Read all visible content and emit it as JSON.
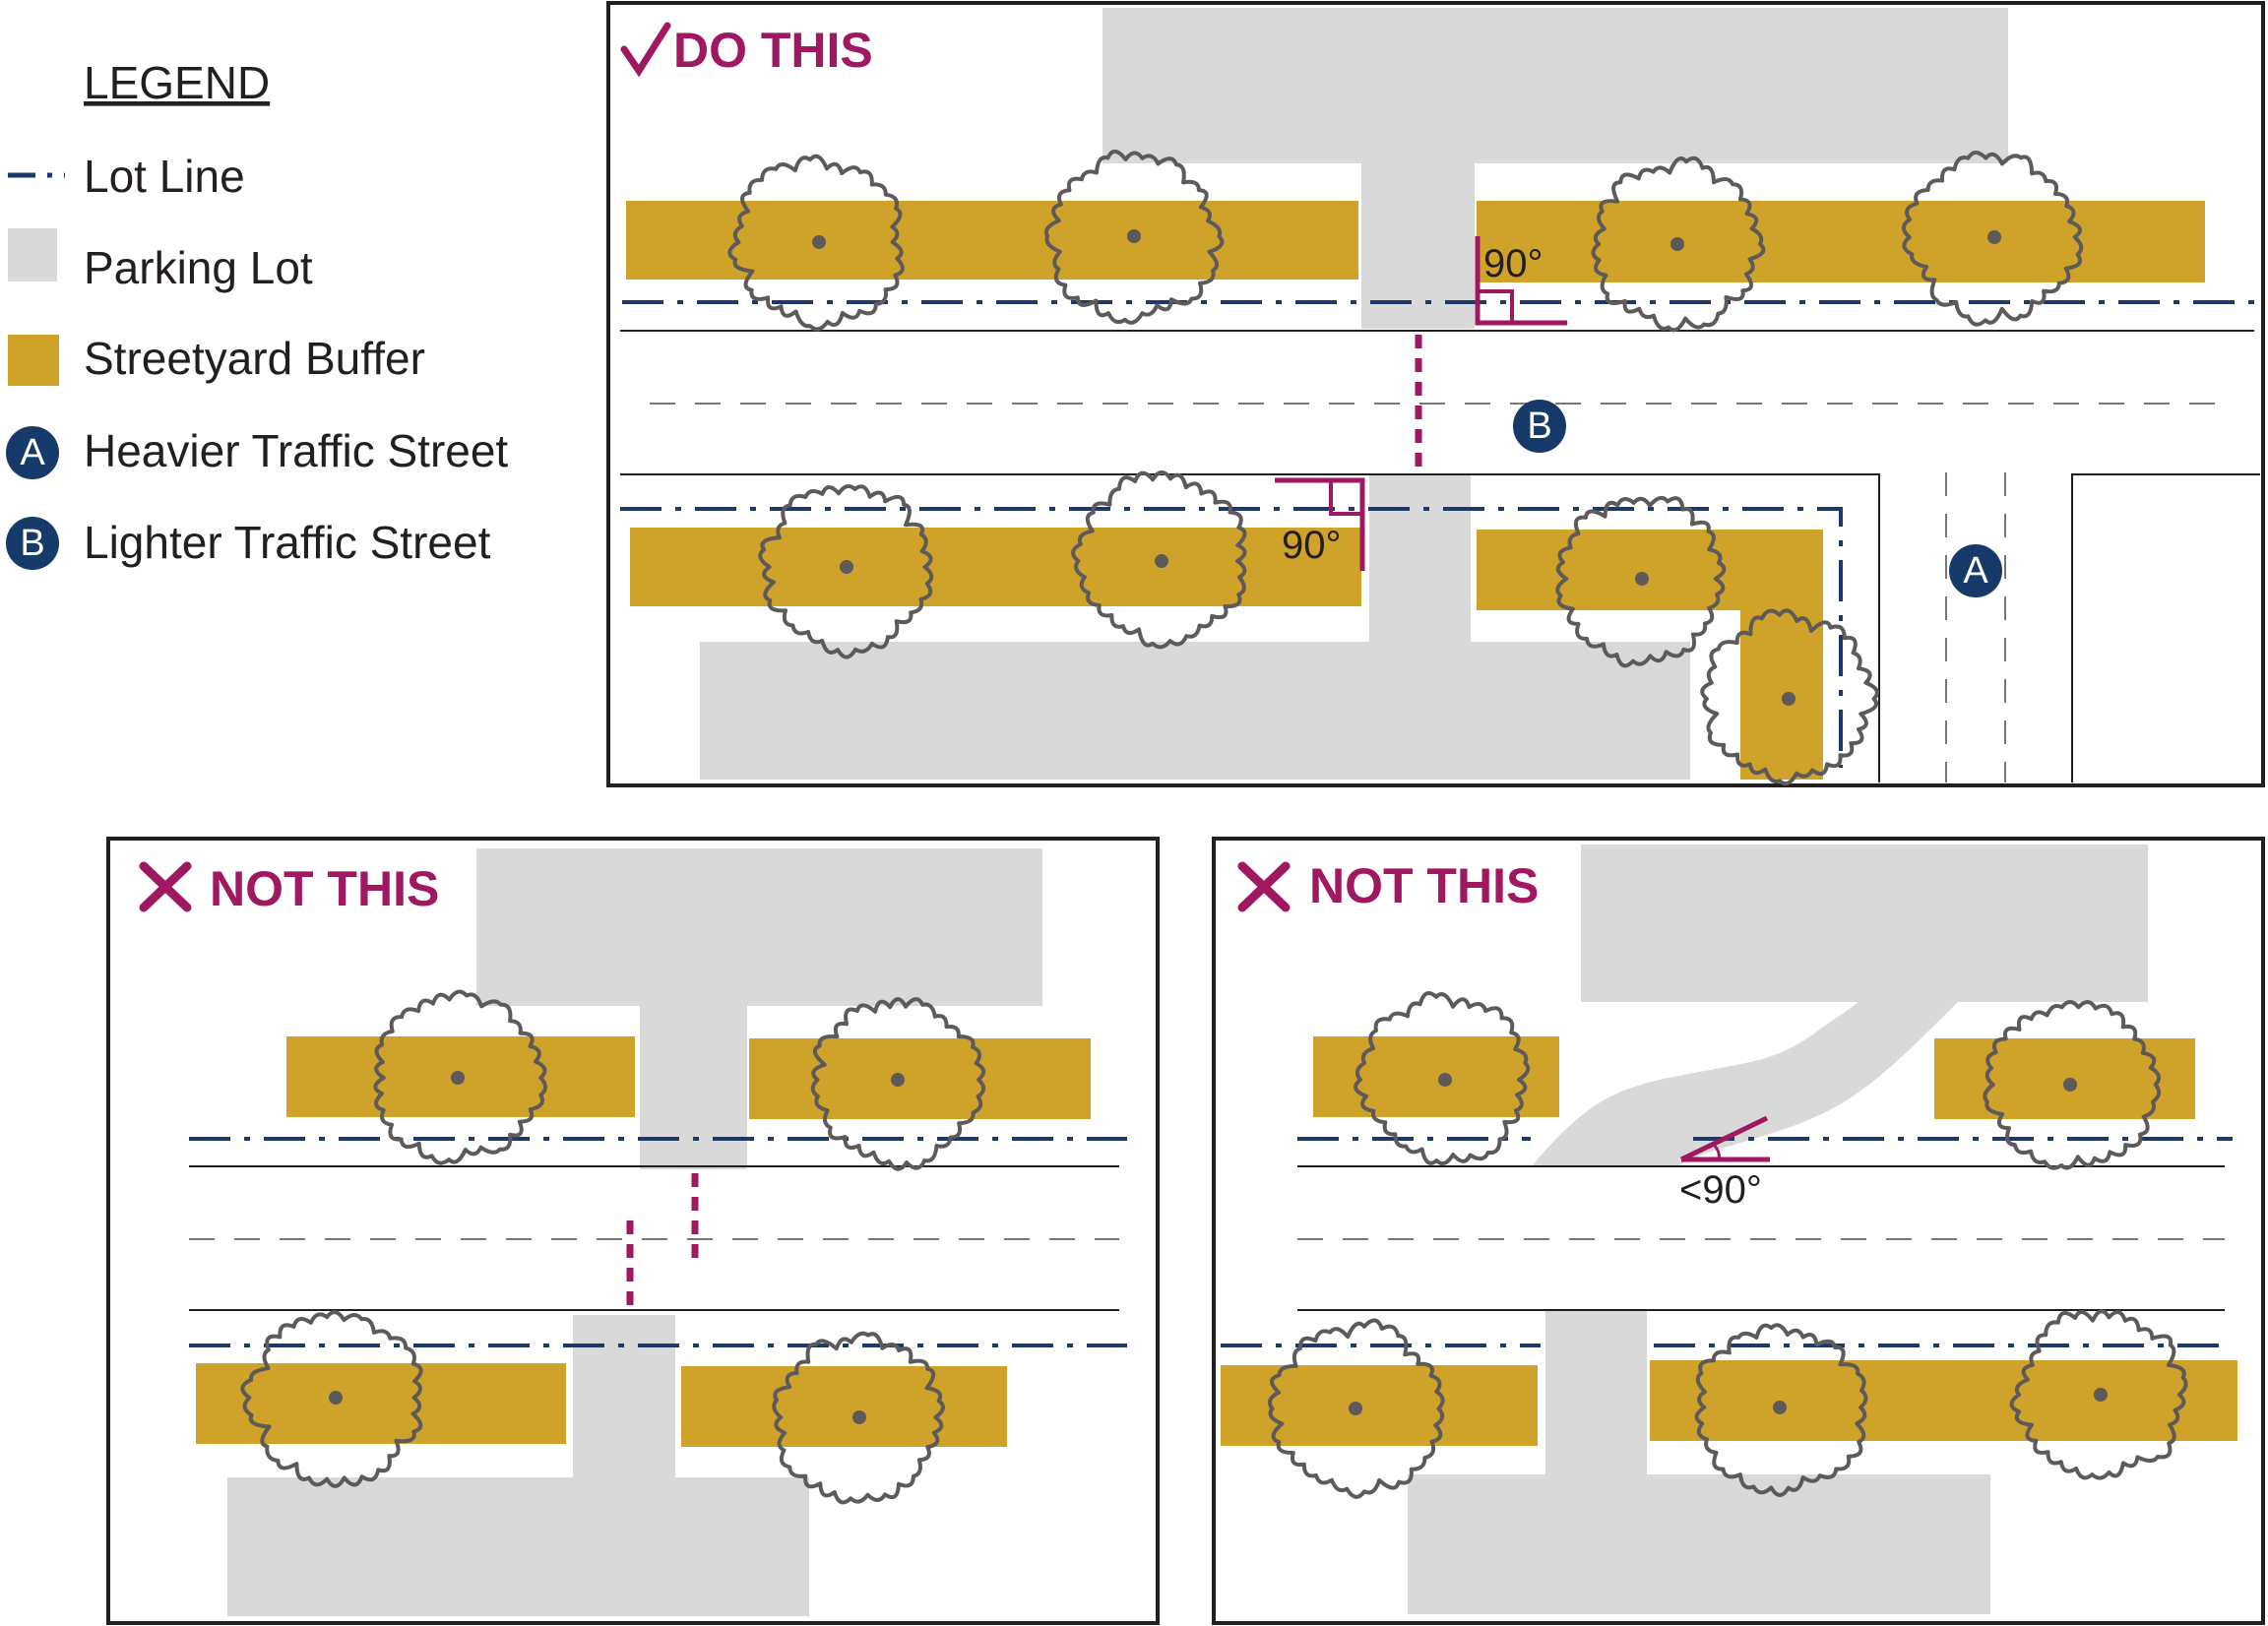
{
  "legend": {
    "title": "LEGEND",
    "items": [
      {
        "key": "lot-line",
        "label": "Lot Line"
      },
      {
        "key": "parking-lot",
        "label": "Parking Lot"
      },
      {
        "key": "streetyard-buffer",
        "label": "Streetyard Buffer"
      },
      {
        "key": "street-a",
        "badge": "A",
        "label": "Heavier Traffic Street"
      },
      {
        "key": "street-b",
        "badge": "B",
        "label": "Lighter Traffic Street"
      }
    ]
  },
  "panels": {
    "do_this": {
      "title": "DO THIS",
      "angle_label_1": "90°",
      "angle_label_2": "90°",
      "street_b_badge": "B",
      "street_a_badge": "A"
    },
    "not_this_1": {
      "title": "NOT THIS"
    },
    "not_this_2": {
      "title": "NOT THIS",
      "angle_label": "<90°"
    }
  },
  "colors": {
    "lot_line": "#1b3a6b",
    "parking": "#d9d9d9",
    "buffer": "#cfa22a",
    "accent": "#a0185f",
    "badge": "#163b6b",
    "ink": "#231f20",
    "tree": "#5f5a5a"
  }
}
